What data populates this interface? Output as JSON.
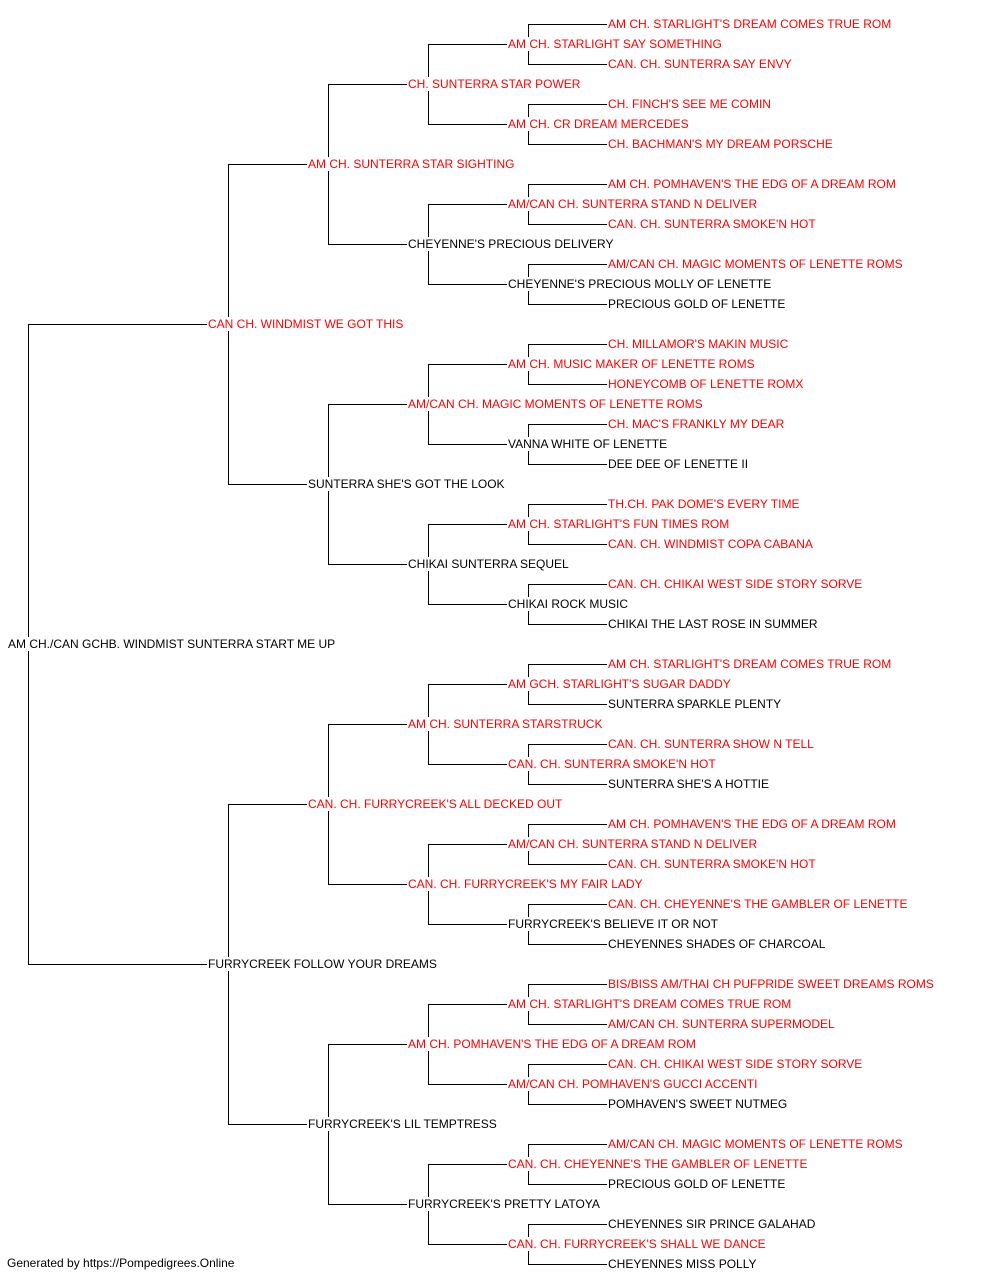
{
  "colors": {
    "titled": "#ff0000",
    "untitled": "#000000",
    "line": "#000000"
  },
  "pedigree": {
    "name": "AM CH./CAN GCHB. WINDMIST SUNTERRA START ME UP",
    "titled": false,
    "sire": {
      "name": "CAN CH. WINDMIST WE GOT THIS",
      "titled": true,
      "sire": {
        "name": "AM CH. SUNTERRA STAR SIGHTING",
        "titled": true,
        "sire": {
          "name": "CH. SUNTERRA STAR POWER",
          "titled": true,
          "sire": {
            "name": "AM CH. STARLIGHT SAY SOMETHING",
            "titled": true,
            "sire": {
              "name": "AM CH. STARLIGHT'S DREAM COMES TRUE ROM",
              "titled": true
            },
            "dam": {
              "name": "CAN. CH. SUNTERRA SAY ENVY",
              "titled": true
            }
          },
          "dam": {
            "name": "AM CH. CR DREAM MERCEDES",
            "titled": true,
            "sire": {
              "name": "CH. FINCH'S SEE ME COMIN",
              "titled": true
            },
            "dam": {
              "name": "CH. BACHMAN'S MY DREAM PORSCHE",
              "titled": true
            }
          }
        },
        "dam": {
          "name": "CHEYENNE'S PRECIOUS DELIVERY",
          "titled": false,
          "sire": {
            "name": "AM/CAN CH. SUNTERRA STAND N DELIVER",
            "titled": true,
            "sire": {
              "name": "AM CH. POMHAVEN'S THE EDG OF A DREAM ROM",
              "titled": true
            },
            "dam": {
              "name": "CAN. CH. SUNTERRA SMOKE'N HOT",
              "titled": true
            }
          },
          "dam": {
            "name": "CHEYENNE'S PRECIOUS MOLLY OF LENETTE",
            "titled": false,
            "sire": {
              "name": "AM/CAN CH. MAGIC MOMENTS OF LENETTE ROMS",
              "titled": true
            },
            "dam": {
              "name": "PRECIOUS GOLD OF LENETTE",
              "titled": false
            }
          }
        }
      },
      "dam": {
        "name": "SUNTERRA SHE'S GOT THE LOOK",
        "titled": false,
        "sire": {
          "name": "AM/CAN CH. MAGIC MOMENTS OF LENETTE ROMS",
          "titled": true,
          "sire": {
            "name": "AM CH. MUSIC MAKER OF LENETTE ROMS",
            "titled": true,
            "sire": {
              "name": "CH. MILLAMOR'S MAKIN MUSIC",
              "titled": true
            },
            "dam": {
              "name": "HONEYCOMB OF LENETTE ROMX",
              "titled": true
            }
          },
          "dam": {
            "name": "VANNA WHITE OF LENETTE",
            "titled": false,
            "sire": {
              "name": "CH. MAC'S FRANKLY MY DEAR",
              "titled": true
            },
            "dam": {
              "name": "DEE DEE OF LENETTE II",
              "titled": false
            }
          }
        },
        "dam": {
          "name": "CHIKAI SUNTERRA SEQUEL",
          "titled": false,
          "sire": {
            "name": "AM CH. STARLIGHT'S FUN TIMES ROM",
            "titled": true,
            "sire": {
              "name": "TH.CH. PAK DOME'S EVERY TIME",
              "titled": true
            },
            "dam": {
              "name": "CAN. CH. WINDMIST COPA CABANA",
              "titled": true
            }
          },
          "dam": {
            "name": "CHIKAI ROCK MUSIC",
            "titled": false,
            "sire": {
              "name": "CAN. CH. CHIKAI WEST SIDE STORY SORVE",
              "titled": true
            },
            "dam": {
              "name": "CHIKAI THE LAST ROSE IN SUMMER",
              "titled": false
            }
          }
        }
      }
    },
    "dam": {
      "name": "FURRYCREEK FOLLOW YOUR DREAMS",
      "titled": false,
      "sire": {
        "name": "CAN. CH. FURRYCREEK'S ALL DECKED OUT",
        "titled": true,
        "sire": {
          "name": "AM CH. SUNTERRA STARSTRUCK",
          "titled": true,
          "sire": {
            "name": "AM GCH. STARLIGHT'S SUGAR DADDY",
            "titled": true,
            "sire": {
              "name": "AM CH. STARLIGHT'S DREAM COMES TRUE ROM",
              "titled": true
            },
            "dam": {
              "name": "SUNTERRA SPARKLE PLENTY",
              "titled": false
            }
          },
          "dam": {
            "name": "CAN. CH. SUNTERRA SMOKE'N HOT",
            "titled": true,
            "sire": {
              "name": "CAN. CH. SUNTERRA SHOW N TELL",
              "titled": true
            },
            "dam": {
              "name": "SUNTERRA SHE'S A HOTTIE",
              "titled": false
            }
          }
        },
        "dam": {
          "name": "CAN. CH. FURRYCREEK'S MY FAIR LADY",
          "titled": true,
          "sire": {
            "name": "AM/CAN CH. SUNTERRA STAND N DELIVER",
            "titled": true,
            "sire": {
              "name": "AM CH. POMHAVEN'S THE EDG OF A DREAM ROM",
              "titled": true
            },
            "dam": {
              "name": "CAN. CH. SUNTERRA SMOKE'N HOT",
              "titled": true
            }
          },
          "dam": {
            "name": "FURRYCREEK'S BELIEVE IT OR NOT",
            "titled": false,
            "sire": {
              "name": "CAN. CH. CHEYENNE'S THE GAMBLER OF LENETTE",
              "titled": true
            },
            "dam": {
              "name": "CHEYENNES SHADES OF CHARCOAL",
              "titled": false
            }
          }
        }
      },
      "dam": {
        "name": "FURRYCREEK'S LIL TEMPTRESS",
        "titled": false,
        "sire": {
          "name": "AM CH. POMHAVEN'S THE EDG OF A DREAM ROM",
          "titled": true,
          "sire": {
            "name": "AM CH. STARLIGHT'S DREAM COMES TRUE ROM",
            "titled": true,
            "sire": {
              "name": "BIS/BISS AM/THAI CH PUFPRIDE SWEET DREAMS ROMS",
              "titled": true
            },
            "dam": {
              "name": "AM/CAN CH. SUNTERRA SUPERMODEL",
              "titled": true
            }
          },
          "dam": {
            "name": "AM/CAN CH. POMHAVEN'S GUCCI ACCENTI",
            "titled": true,
            "sire": {
              "name": "CAN. CH. CHIKAI WEST SIDE STORY SORVE",
              "titled": true
            },
            "dam": {
              "name": "POMHAVEN'S SWEET NUTMEG",
              "titled": false
            }
          }
        },
        "dam": {
          "name": "FURRYCREEK'S PRETTY LATOYA",
          "titled": false,
          "sire": {
            "name": "CAN. CH. CHEYENNE'S THE GAMBLER OF LENETTE",
            "titled": true,
            "sire": {
              "name": "AM/CAN CH. MAGIC MOMENTS OF LENETTE ROMS",
              "titled": true
            },
            "dam": {
              "name": "PRECIOUS GOLD OF LENETTE",
              "titled": false
            }
          },
          "dam": {
            "name": "CAN. CH. FURRYCREEK'S SHALL WE DANCE",
            "titled": true,
            "sire": {
              "name": "CHEYENNES SIR PRINCE GALAHAD",
              "titled": false
            },
            "dam": {
              "name": "CHEYENNES MISS POLLY",
              "titled": false
            }
          }
        }
      }
    }
  },
  "footer": "Generated by https://Pompedigrees.Online"
}
